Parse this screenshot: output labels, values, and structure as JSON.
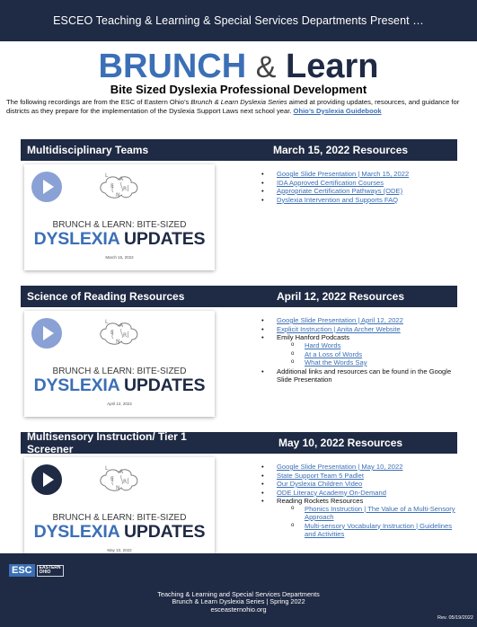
{
  "header": {
    "banner": "ESCEO Teaching & Learning & Special Services Departments Present …"
  },
  "brand": {
    "part1": "BRUNCH",
    "amp": "&",
    "part2": "Learn"
  },
  "subtitle": "Bite Sized Dyslexia Professional Development",
  "intro": {
    "text_a": "The following recordings are from the ESC of Eastern Ohio’s ",
    "italic": "Brunch & Learn Dyslexia Series",
    "text_b": " aimed at providing updates, resources, and guidance for districts as they prepare for the implementation of the Dyslexia Support Laws next school year.  ",
    "link": "Ohio’s Dyslexia Guidebook"
  },
  "thumb": {
    "line1": "BRUNCH & LEARN: BITE-SIZED",
    "line2a": "DYSLEXIA",
    "line2b": "UPDATES",
    "logo_letters": "LEARN"
  },
  "sections": [
    {
      "title": "Multidisciplinary Teams",
      "date_title": "March 15, 2022 Resources",
      "thumb_date": "March 15, 2022",
      "links": [
        "Google Slide Presentation | March 15, 2022",
        "IDA Approved Certification Courses",
        "Appropriate Certification Pathways (ODE)",
        "Dyslexia Intervention and Supports FAQ"
      ]
    },
    {
      "title": "Science of Reading Resources",
      "date_title": "April 12, 2022 Resources",
      "thumb_date": "April 12, 2022",
      "links": [
        "Google  Slide Presentation | April 12, 2022",
        "Explicit Instruction | Anita Archer Website"
      ],
      "podcasts_label": "Emily Hanford Podcasts",
      "podcasts": [
        "Hard Words",
        "At a Loss of Words",
        "What the Words Say"
      ],
      "additional": "Additional links and resources can be found in the Google Slide Presentation"
    },
    {
      "title": "Multisensory Instruction/ Tier 1 Screener",
      "date_title": "May 10, 2022 Resources",
      "thumb_date": "May 10, 2022",
      "links": [
        "Google  Slide Presentation | May 10, 2022",
        "State Support Team 5 Padlet",
        "Our Dyslexia Children Video",
        "ODE Literacy Academy On-Demand"
      ],
      "rockets_label": "Reading Rockets Resources",
      "rockets": [
        "Phonics Instruction | The Value of a Multi-Sensory Approach",
        "Multi-sensory Vocabulary Instruction | Guidelines and Activities"
      ]
    }
  ],
  "footer": {
    "logo_esc": "ESC",
    "logo_sub": "EASTERN OHIO",
    "line1": "Teaching & Learning  and Special Services Departments",
    "line2": "Brunch & Learn Dyslexia Series | Spring 2022",
    "line3": "esceasternohio.org",
    "rev": "Rev. 05/19/2022"
  },
  "colors": {
    "navy": "#1f2a44",
    "blue": "#3b6fb6",
    "play_light": "#8aa1d6"
  },
  "icons": [
    "play-icon",
    "brain-logo-icon"
  ]
}
